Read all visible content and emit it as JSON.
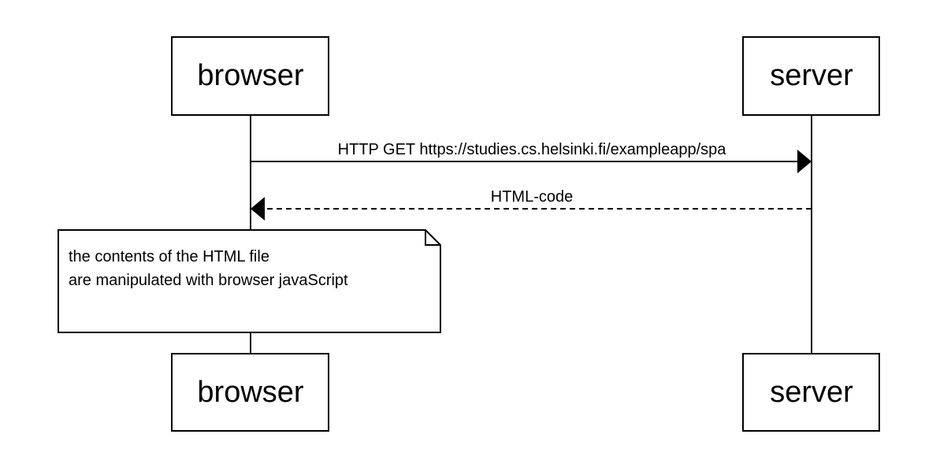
{
  "diagram": {
    "type": "sequence",
    "participants": {
      "browser": "browser",
      "server": "server"
    },
    "messages": [
      {
        "from": "browser",
        "to": "server",
        "label": "HTTP GET https://studies.cs.helsinki.fi/exampleapp/spa",
        "style": "solid"
      },
      {
        "from": "server",
        "to": "browser",
        "label": "HTML-code",
        "style": "dashed"
      }
    ],
    "note": {
      "over": "browser",
      "lines": [
        "the contents of the HTML file",
        "are manipulated with browser javaScript"
      ]
    },
    "colors": {
      "stroke": "#000000",
      "fill": "#ffffff"
    }
  }
}
